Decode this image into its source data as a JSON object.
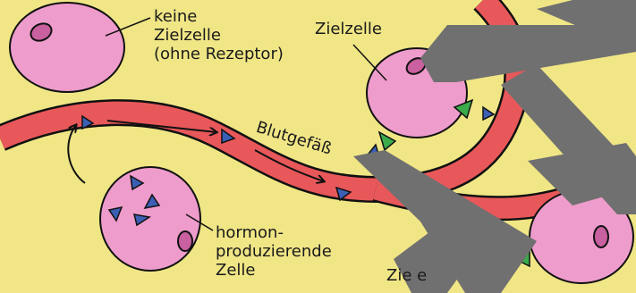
{
  "labels": {
    "non_target_line1": "keine",
    "non_target_line2": "Zielzelle",
    "non_target_line3": "(ohne Rezeptor)",
    "target_cell_top": "Zielzelle",
    "target_cell_bottom": "Zie   e",
    "blood_vessel": "Blutgefäß",
    "producer_line1": "hormon-",
    "producer_line2": "produzierende",
    "producer_line3": "Zelle"
  },
  "colors": {
    "background": "#f0e686",
    "cell_fill": "#ee9ccb",
    "nucleus_fill": "#c9609f",
    "vessel": "#e8585a",
    "hormone": "#3b5fb4",
    "receptor": "#3aaa4a",
    "redaction": "#707070"
  }
}
